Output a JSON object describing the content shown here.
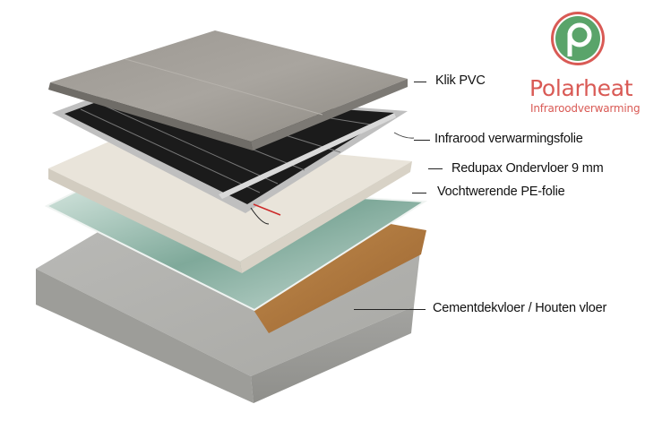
{
  "brand": {
    "name": "Polarheat",
    "tagline": "Infraroodverwarming",
    "icon": "p-badge-icon",
    "colors": {
      "primary": "#d95a55",
      "badge": "#5aa46a"
    }
  },
  "layers": [
    {
      "id": "klik-pvc",
      "label": "Klik PVC"
    },
    {
      "id": "infrarood-folie",
      "label": "Infrarood verwarmingsfolie"
    },
    {
      "id": "redupax",
      "label": "Redupax Ondervloer 9 mm"
    },
    {
      "id": "pe-folie",
      "label": "Vochtwerende PE-folie"
    },
    {
      "id": "ondergrond",
      "label": "Cementdekvloer / Houten vloer"
    }
  ]
}
